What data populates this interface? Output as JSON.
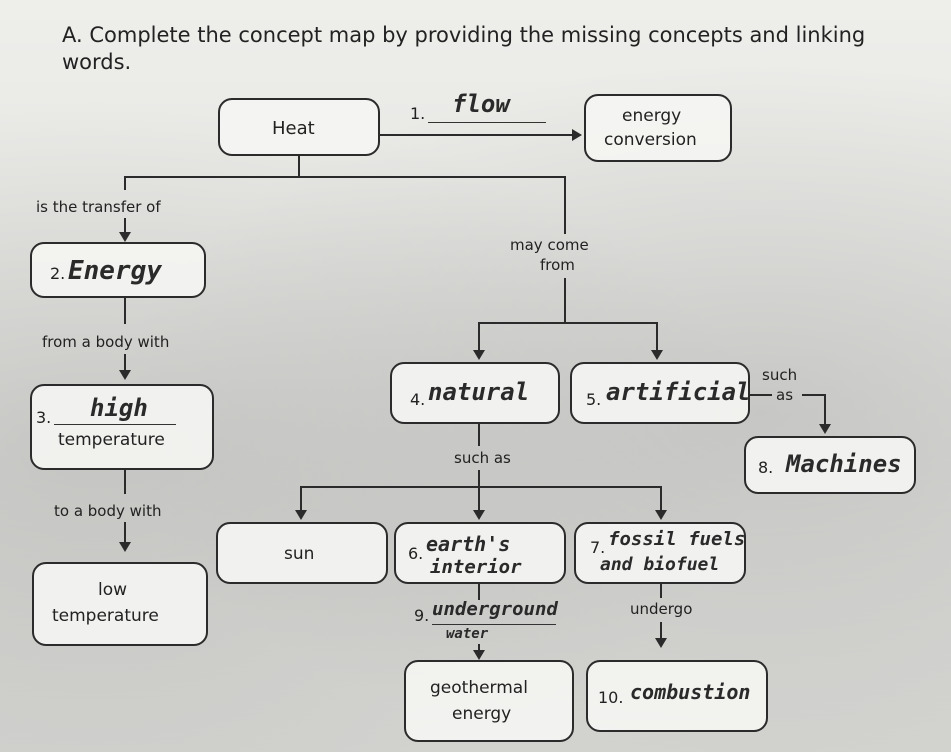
{
  "instruction": "A. Complete the concept map by providing the missing concepts and linking words.",
  "nodes": {
    "heat": "Heat",
    "energy_conversion_line1": "energy",
    "energy_conversion_line2": "conversion",
    "blank3_label": "3.",
    "temperature_high_suffix": "temperature",
    "low_line1": "low",
    "low_line2": "temperature",
    "item4_label": "4.",
    "item5_label": "5.",
    "item6_label": "6.",
    "item7_label": "7.",
    "item8_label": "8.",
    "item9_label": "9.",
    "item10_label": "10.",
    "item2_label": "2.",
    "item1_label": "1.",
    "sun": "sun",
    "geothermal_line1": "geothermal",
    "geothermal_line2": "energy"
  },
  "links": {
    "is_transfer": "is the transfer of",
    "from_body": "from a body with",
    "to_body": "to a body with",
    "may_come_line1": "may come",
    "may_come_line2": "from",
    "such_as_1": "such as",
    "such_as_2_line1": "such",
    "such_as_2_line2": "as",
    "undergo": "undergo"
  },
  "answers": {
    "a1": "flow",
    "a2": "Energy",
    "a3": "high",
    "a4": "natural",
    "a5": "artificial",
    "a6_line1": "earth's",
    "a6_line2": "interior",
    "a7_line1": "fossil fuels",
    "a7_line2": "and biofuel",
    "a8": "Machines",
    "a9_line1": "underground",
    "a9_line2": "water",
    "a10": "combustion"
  }
}
